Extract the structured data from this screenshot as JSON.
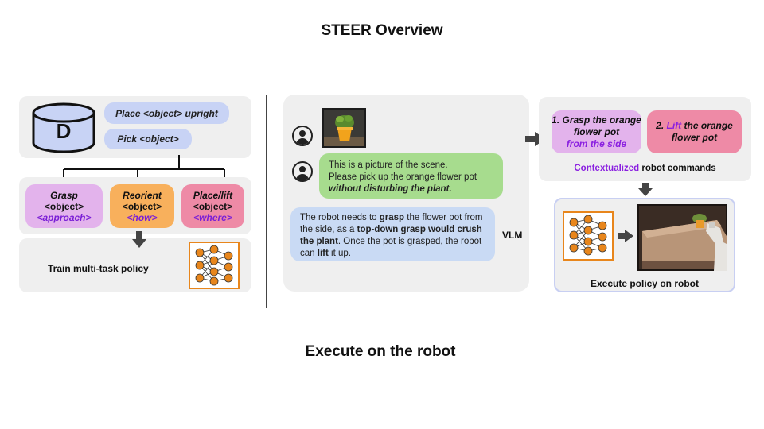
{
  "title": "STEER Overview",
  "footer": "Execute on the robot",
  "left": {
    "dataset_letter": "D",
    "data_labels": [
      "Place <object> upright",
      "Pick <object>"
    ],
    "skills": [
      {
        "name": "Grasp",
        "obj": "<object>",
        "arg": "<approach>"
      },
      {
        "name": "Reorient",
        "obj": "<object>",
        "arg": "<how>"
      },
      {
        "name": "Place/lift",
        "obj": "<object>",
        "arg": "<where>"
      }
    ],
    "train_label": "Train multi-task policy"
  },
  "middle": {
    "prompt_lines": [
      "This is a picture of the scene.",
      "Please pick up the orange flower pot"
    ],
    "prompt_emph": "without disturbing the plant.",
    "resp_1": "The robot needs to ",
    "resp_b1": "grasp",
    "resp_2": " the flower pot from the side, as a ",
    "resp_b2": "top-down grasp would crush the plant",
    "resp_3": ". Once the pot is grasped, the robot can ",
    "resp_b3": "lift",
    "resp_4": " it up.",
    "vlm_label": "VLM"
  },
  "right": {
    "cmd1_a": "1. Grasp the orange flower pot",
    "cmd1_b": "from the side",
    "cmd2_num": "2.",
    "cmd2_lift": "Lift",
    "cmd2_rest": "the orange flower pot",
    "ctx_word": "Contextualized",
    "ctx_rest": " robot commands",
    "exec_label": "Execute policy on robot"
  },
  "colors": {
    "panel": "#efefef",
    "pill": "#c8d3f5",
    "grasp": "#e3b3ec",
    "reorient": "#f8b05c",
    "place": "#ee8aa6",
    "green": "#a7dc8e",
    "blue": "#c9daf4",
    "nn_orange": "#e8861c",
    "purple": "#8a1fe0"
  }
}
